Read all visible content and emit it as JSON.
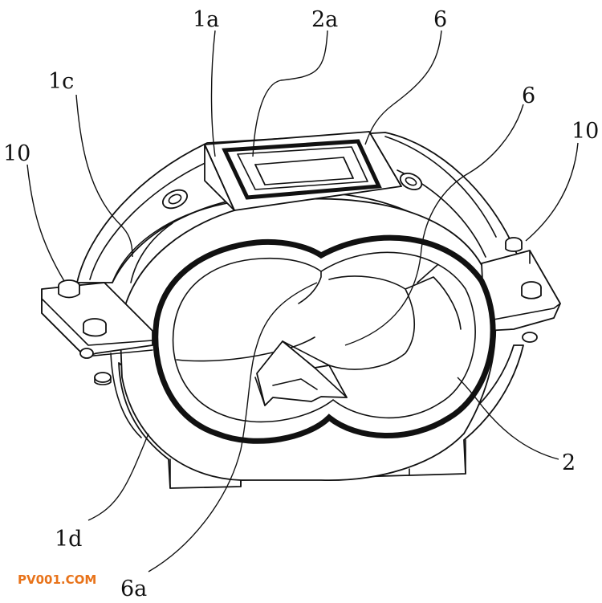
{
  "labels": {
    "l_1a": "1a",
    "l_2a": "2a",
    "l_6_top": "6",
    "l_6_right": "6",
    "l_1c": "1c",
    "l_10_left": "10",
    "l_10_right": "10",
    "l_2": "2",
    "l_1d": "1d",
    "l_6a": "6a"
  },
  "watermark": {
    "text": "PV001.COM",
    "color": "#e8731a"
  }
}
